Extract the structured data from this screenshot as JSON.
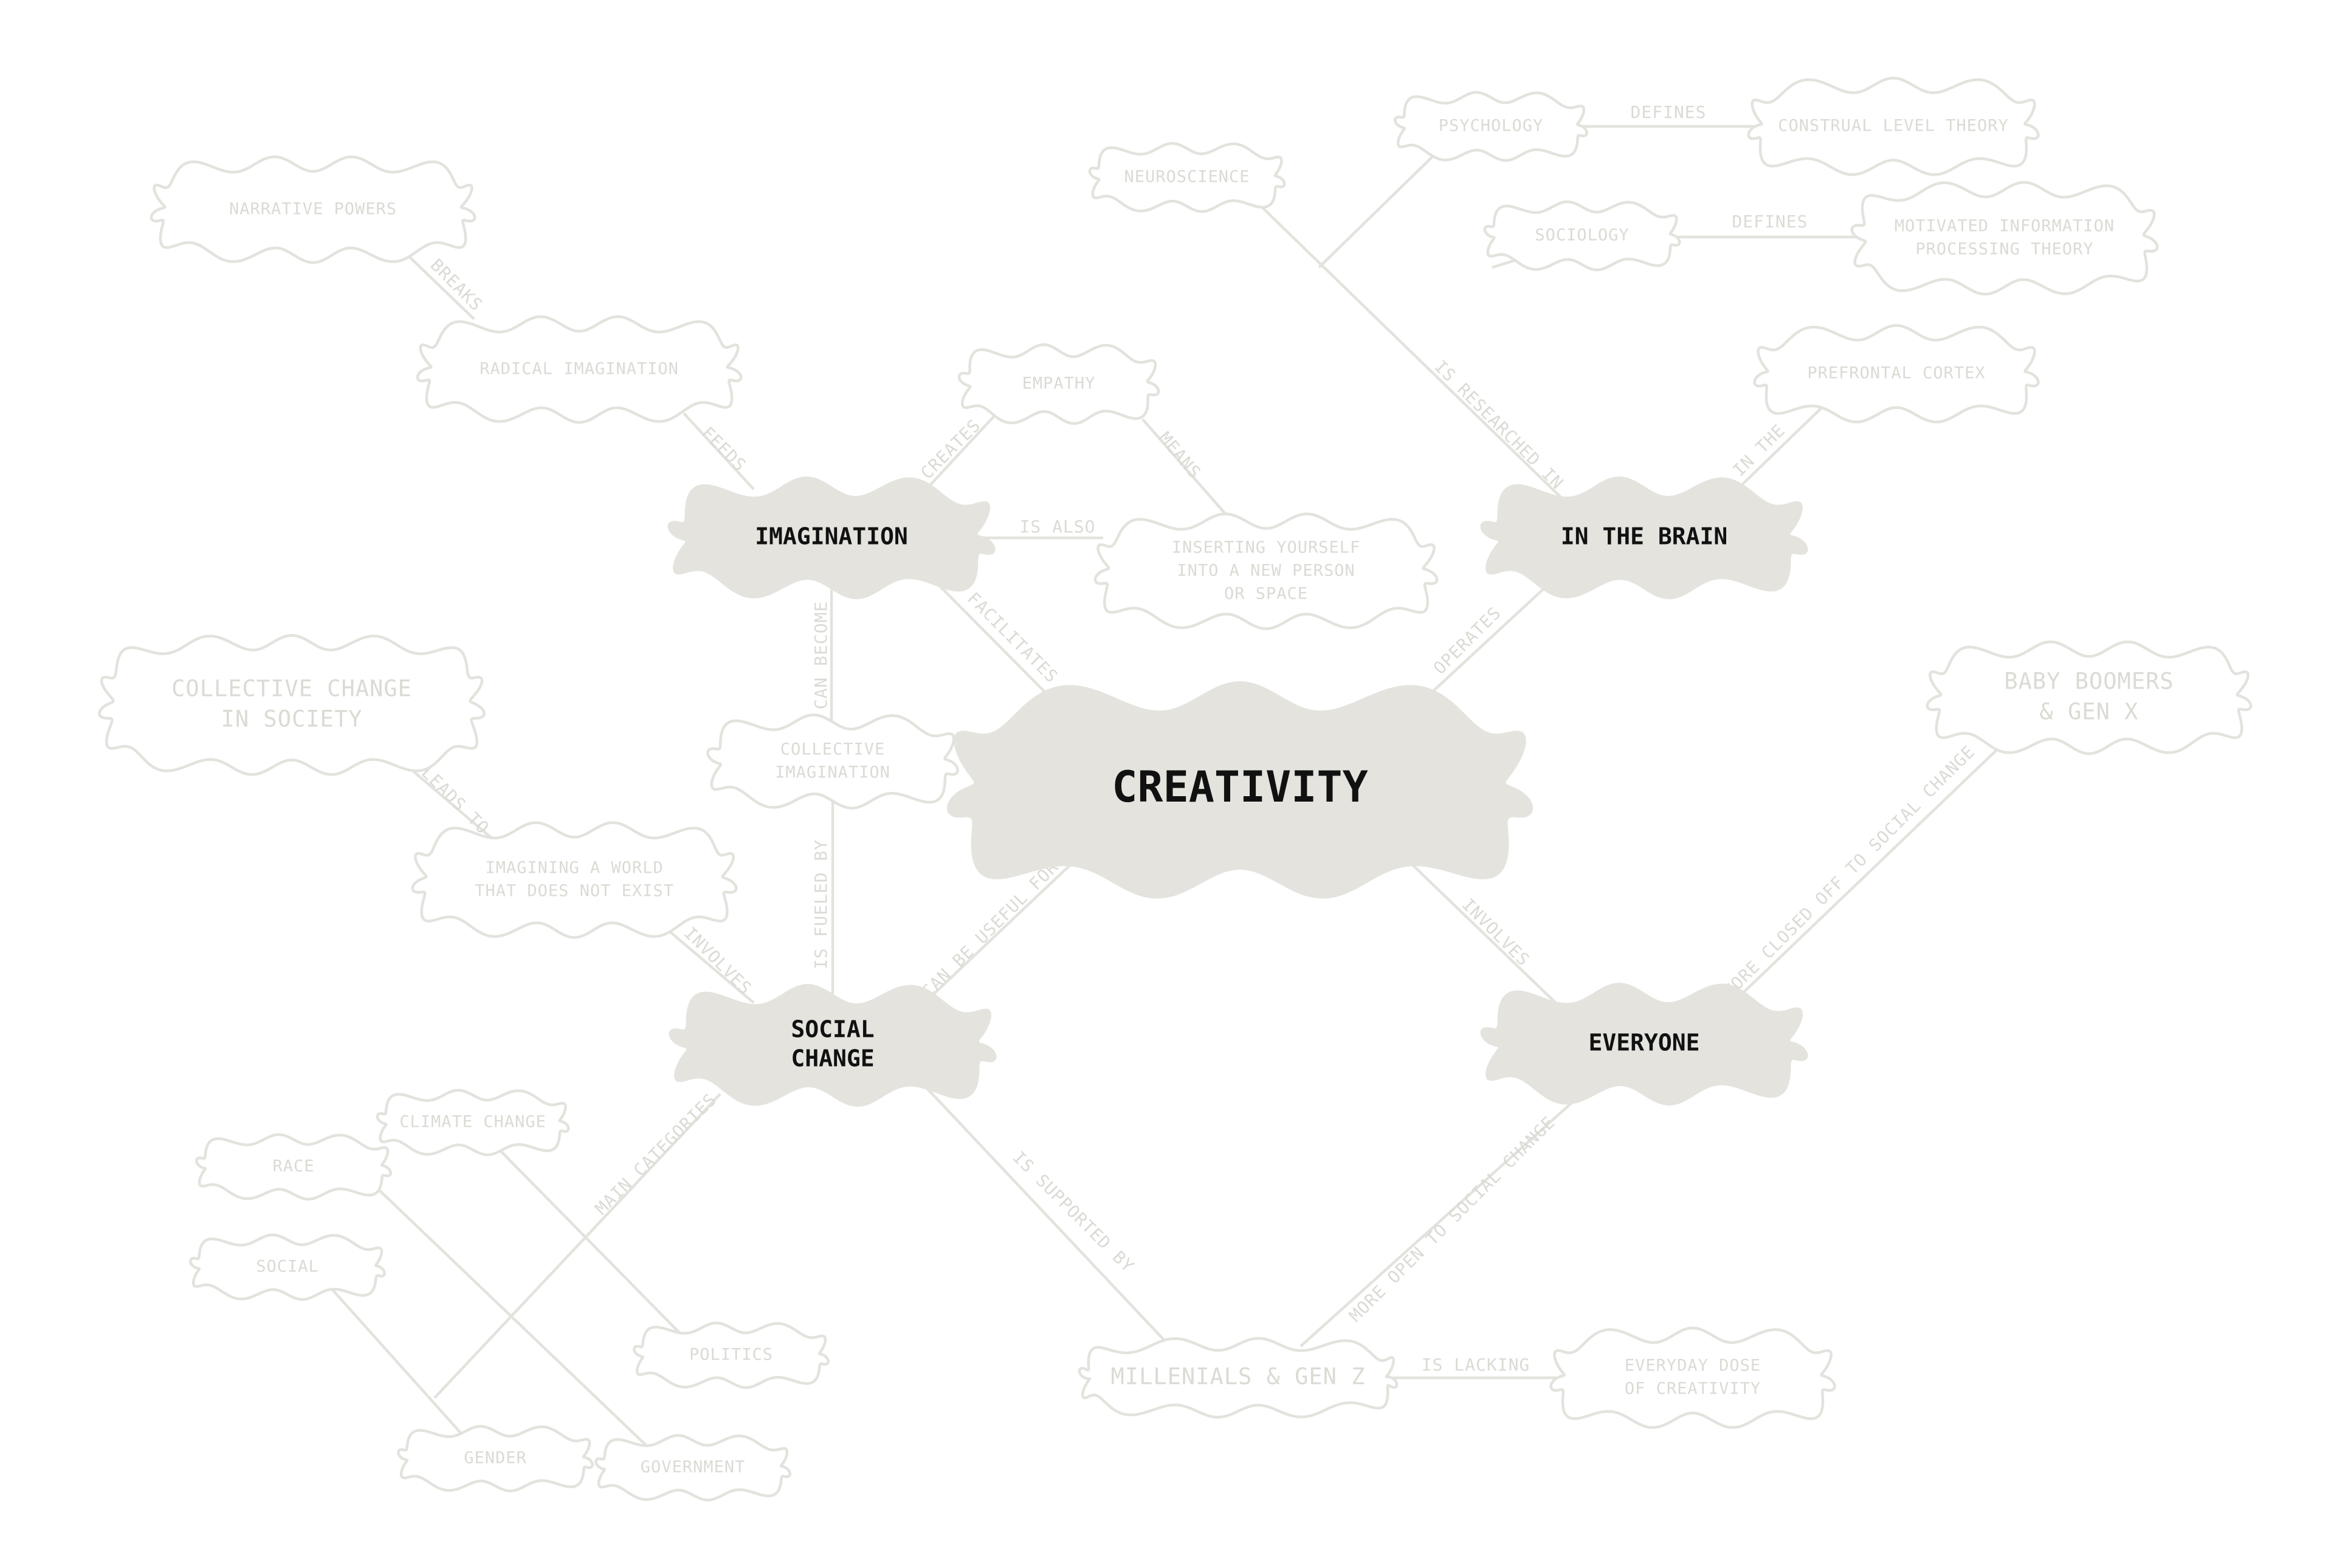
{
  "colors": {
    "background": "#ffffff",
    "line": "#e3e2dd",
    "faint_text": "#dbdad4",
    "fill": "#e4e3de",
    "strong_text": "#111111"
  },
  "nodes": {
    "creativity": [
      "CREATIVITY"
    ],
    "imagination": [
      "IMAGINATION"
    ],
    "in_the_brain": [
      "IN THE BRAIN"
    ],
    "social_change": [
      "SOCIAL",
      "CHANGE"
    ],
    "everyone": [
      "EVERYONE"
    ],
    "narrative_powers": [
      "NARRATIVE POWERS"
    ],
    "radical_imagination": [
      "RADICAL IMAGINATION"
    ],
    "empathy": [
      "EMPATHY"
    ],
    "inserting_yourself": [
      "INSERTING YOURSELF",
      "INTO A NEW PERSON",
      "OR SPACE"
    ],
    "collective_imagination": [
      "COLLECTIVE",
      "IMAGINATION"
    ],
    "collective_change": [
      "COLLECTIVE CHANGE",
      "IN SOCIETY"
    ],
    "imagining_a_world": [
      "IMAGINING A WORLD",
      "THAT DOES NOT EXIST"
    ],
    "neuroscience": [
      "NEUROSCIENCE"
    ],
    "psychology": [
      "PSYCHOLOGY"
    ],
    "construal_level_theory": [
      "CONSTRUAL LEVEL THEORY"
    ],
    "sociology": [
      "SOCIOLOGY"
    ],
    "motivated_information": [
      "MOTIVATED INFORMATION",
      "PROCESSING THEORY"
    ],
    "prefrontal_cortex": [
      "PREFRONTAL CORTEX"
    ],
    "baby_boomers": [
      "BABY BOOMERS",
      "& GEN X"
    ],
    "climate_change": [
      "CLIMATE CHANGE"
    ],
    "race": [
      "RACE"
    ],
    "social": [
      "SOCIAL"
    ],
    "politics": [
      "POLITICS"
    ],
    "gender": [
      "GENDER"
    ],
    "government": [
      "GOVERNMENT"
    ],
    "millenials": [
      "MILLENIALS & GEN Z"
    ],
    "everyday_dose": [
      "EVERYDAY DOSE",
      "OF CREATIVITY"
    ]
  },
  "edges": {
    "breaks": "BREAKS",
    "feeds": "FEEDS",
    "creates": "CREATES",
    "means": "MEANS",
    "is_also": "IS ALSO",
    "facilitates": "FACILITATES",
    "can_become": "CAN BECOME",
    "is_fueled_by": "IS FUELED BY",
    "can_be_useful_for": "CAN BE USEFUL FOR",
    "leads_to": "LEADS TO",
    "involves_world": "INVOLVES",
    "defines_psych": "DEFINES",
    "defines_soc": "DEFINES",
    "is_researched_in": "IS RESEARCHED IN",
    "in_the": "IN THE",
    "operates": "OPERATES",
    "involves_everyone": "INVOLVES",
    "more_closed_off": "MORE CLOSED OFF TO SOCIAL CHANGE",
    "main_categories": "MAIN CATEGORIES",
    "is_supported_by": "IS SUPPORTED BY",
    "more_open": "MORE OPEN TO SOCIAL CHANGE",
    "is_lacking": "IS LACKING"
  }
}
